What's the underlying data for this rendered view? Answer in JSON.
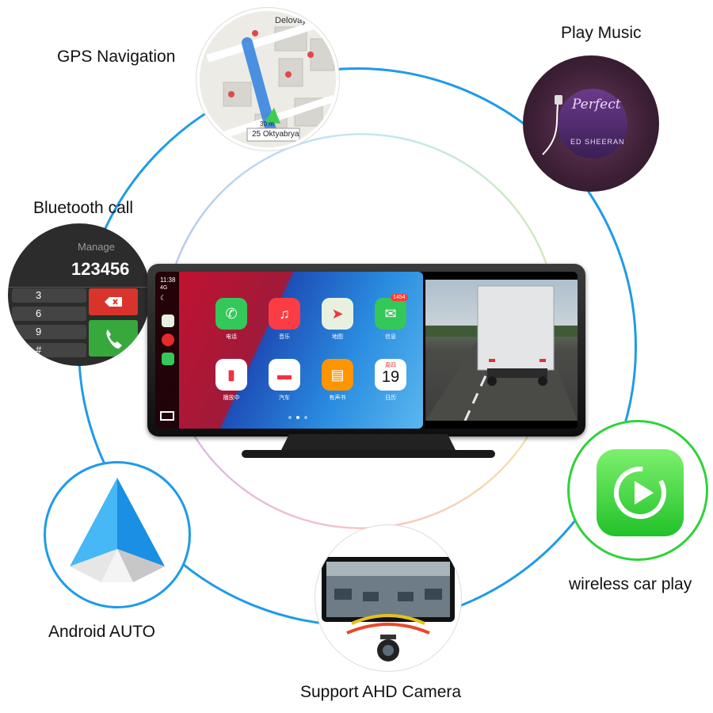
{
  "features": {
    "gps": {
      "label": "GPS Navigation",
      "map_street_top": "Delovaya u",
      "map_street_bottom": "25 Oktyabrya",
      "map_distance": "30 m"
    },
    "music": {
      "label": "Play Music",
      "album_title": "Perfect",
      "album_artist": "ED SHEERAN"
    },
    "bluetooth": {
      "label": "Bluetooth call",
      "manage": "Manage",
      "number": "123456",
      "keys": [
        "3",
        "6",
        "9",
        "#"
      ]
    },
    "carplay": {
      "label": "wireless car play"
    },
    "android": {
      "label": "Android AUTO"
    },
    "camera": {
      "label": "Support AHD Camera"
    }
  },
  "device": {
    "time": "11:38",
    "signal": "4G",
    "apps": [
      {
        "name": "电话",
        "color": "#34c759",
        "icon": "phone-icon"
      },
      {
        "name": "音乐",
        "color": "#fc3c44",
        "icon": "music-note-icon"
      },
      {
        "name": "地图",
        "color": "#e8f1e0",
        "icon": "maps-icon"
      },
      {
        "name": "信息",
        "color": "#34c759",
        "icon": "message-icon",
        "badge": "1454"
      },
      {
        "name": "播放中",
        "color": "#ffffff",
        "icon": "now-playing-icon"
      },
      {
        "name": "汽车",
        "color": "#ffffff",
        "icon": "car-icon"
      },
      {
        "name": "有声书",
        "color": "#ff9500",
        "icon": "book-icon"
      },
      {
        "name": "日历",
        "color": "#ffffff",
        "icon": "calendar-icon",
        "weekday": "周四",
        "day": "19"
      }
    ],
    "page_dots": 3,
    "active_dot": 2
  },
  "colors": {
    "ring": "#1e9be8",
    "carplay_green": "#2fd23c"
  }
}
